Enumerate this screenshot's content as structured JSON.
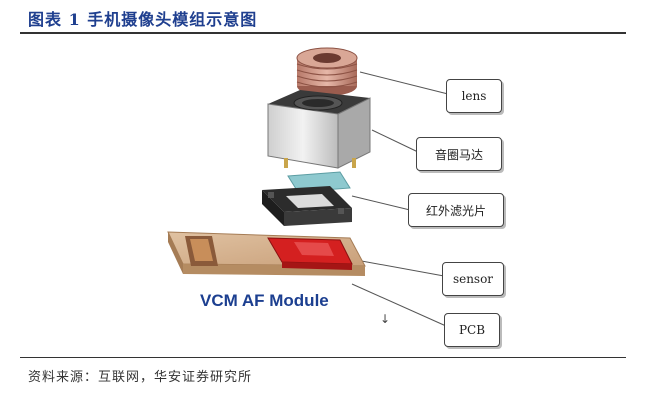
{
  "title": "图表 1 手机摄像头模组示意图",
  "source": "资料来源：互联网，华安证券研究所",
  "caption": "VCM AF Module",
  "callouts": {
    "lens": "lens",
    "vcm": "音圈马达",
    "ir_filter": "红外滤光片",
    "sensor": "sensor",
    "pcb": "PCB"
  },
  "colors": {
    "title": "#1f3f8f",
    "caption": "#1c3f90",
    "sensor": "#d42020",
    "filter": "#8ec9cf"
  }
}
